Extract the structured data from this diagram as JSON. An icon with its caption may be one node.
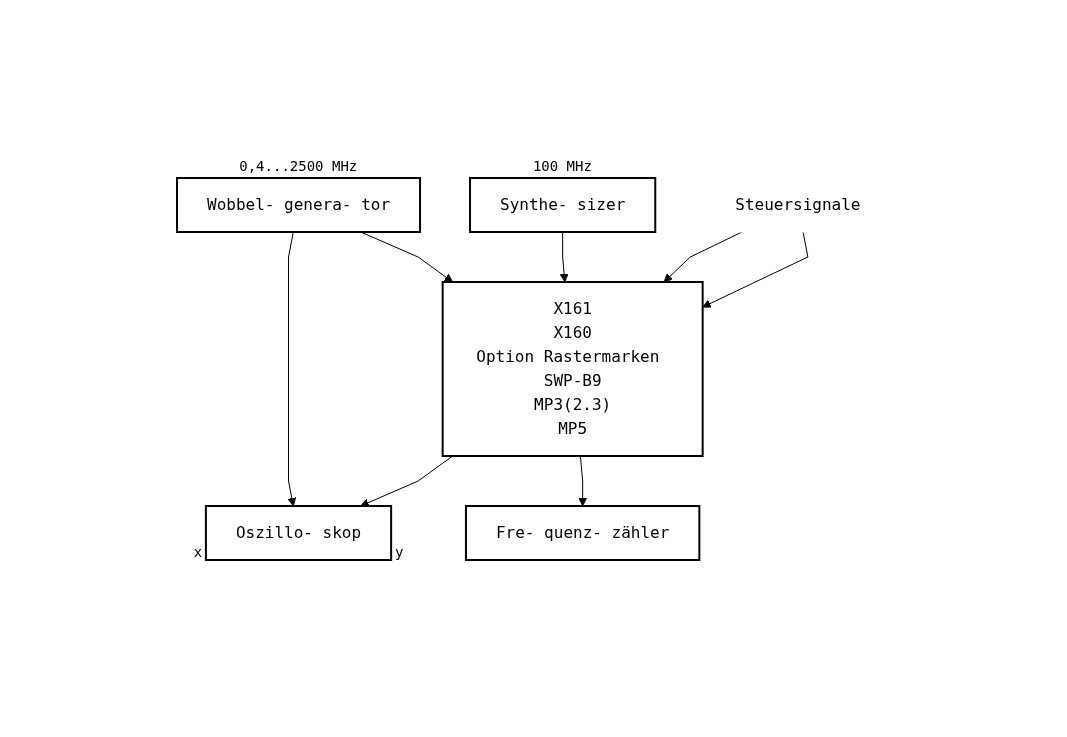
{
  "diagram": {
    "nodes": [
      {
        "text": [
          "Wobbel- genera- tor"
        ],
        "beside": [
          "0,4...2500 MHz"
        ]
      },
      {
        "text": [
          "Synthe- sizer"
        ],
        "beside": [
          "100 MHz"
        ]
      },
      {
        "text": [
          "X161",
          "X160",
          "Option Rastermarken SWP-B9",
          "MP3(2.3)",
          "MP5"
        ]
      },
      {
        "text": [
          "Oszillo- skop"
        ],
        "beside": [
          "x",
          "y"
        ]
      },
      {
        "text": [
          "Fre- quenz- zähler"
        ]
      },
      {
        "text": [
          "Steuersignale"
        ]
      }
    ],
    "edges": [
      {
        "from": 0,
        "to": 2,
        "arrow": "to"
      },
      {
        "from": 1,
        "to": 2,
        "arrow": "to"
      },
      {
        "from": 0,
        "to": 3,
        "arrow": "to"
      },
      {
        "from": 2,
        "to": 3,
        "arrow": "to"
      },
      {
        "from": 2,
        "to": 4,
        "arrow": "to"
      },
      {
        "from": 5,
        "to": 2,
        "arrow": "to"
      },
      {
        "from": 5,
        "to": 2,
        "arrow": "to"
      }
    ]
  }
}
